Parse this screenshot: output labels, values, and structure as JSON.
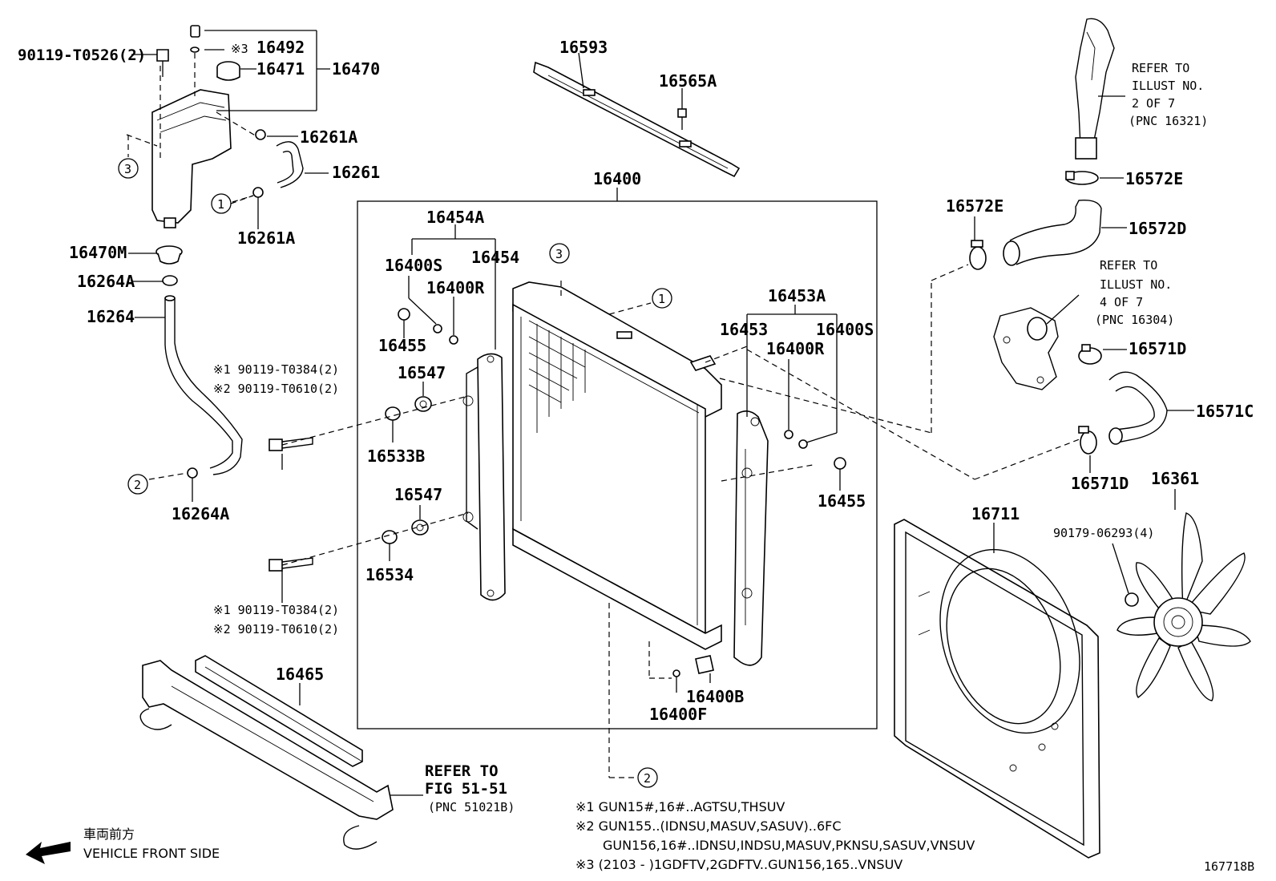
{
  "diagram_id": "167718B",
  "parts": {
    "p16400": "16400",
    "p16593": "16593",
    "p16565A": "16565A",
    "p90119_T0526": "90119-T0526(2)",
    "p16492": "16492",
    "p16492_mark": "※3",
    "p16471": "16471",
    "p16470": "16470",
    "p16261A_top": "16261A",
    "p16261": "16261",
    "p16261A_bot": "16261A",
    "p16470M": "16470M",
    "p16264A_top": "16264A",
    "p16264": "16264",
    "p16264A_bot": "16264A",
    "p16454A": "16454A",
    "p16400S_left": "16400S",
    "p16454": "16454",
    "p16400R_left": "16400R",
    "p16455_left": "16455",
    "p16547_top": "16547",
    "p16533B": "16533B",
    "p16547_bot": "16547",
    "p16534": "16534",
    "bolt_top_1": "※1 90119-T0384(2)",
    "bolt_top_2": "※2 90119-T0610(2)",
    "bolt_bot_1": "※1 90119-T0384(2)",
    "bolt_bot_2": "※2 90119-T0610(2)",
    "p16453A": "16453A",
    "p16453": "16453",
    "p16400S_right": "16400S",
    "p16400R_right": "16400R",
    "p16455_right": "16455",
    "p16400B": "16400B",
    "p16400F": "16400F",
    "p16465": "16465",
    "p16711": "16711",
    "p16361": "16361",
    "p90179": "90179-06293(4)",
    "p16572E_top": "16572E",
    "p16572E_left": "16572E",
    "p16572D": "16572D",
    "p16571D_top": "16571D",
    "p16571C": "16571C",
    "p16571D_bot": "16571D"
  },
  "callouts": {
    "c1": "1",
    "c2": "2",
    "c3": "3"
  },
  "refer_notes": {
    "r1_line1": "REFER TO",
    "r1_line2": "ILLUST NO.",
    "r1_line3": "2 OF 7",
    "r1_line4": "(PNC 16321)",
    "r2_line1": "REFER TO",
    "r2_line2": "ILLUST NO.",
    "r2_line3": "4 OF 7",
    "r2_line4": "(PNC 16304)",
    "r3_line1": "REFER TO",
    "r3_line2": "FIG 51-51",
    "r3_line3": "(PNC 51021B)"
  },
  "footnotes": {
    "n1": "※1 GUN15#,16#..AGTSU,THSUV",
    "n2": "※2 GUN155..(IDNSU,MASUV,SASUV)..6FC",
    "n2b": "GUN156,16#..IDNSU,INDSU,MASUV,PKNSU,SASUV,VNSUV",
    "n3": "※3 (2103 -        )1GDFTV,2GDFTV..GUN156,165..VNSUV"
  },
  "direction": {
    "jp": "車両前方",
    "en": "VEHICLE FRONT SIDE",
    "icon": "arrow-left-icon"
  }
}
